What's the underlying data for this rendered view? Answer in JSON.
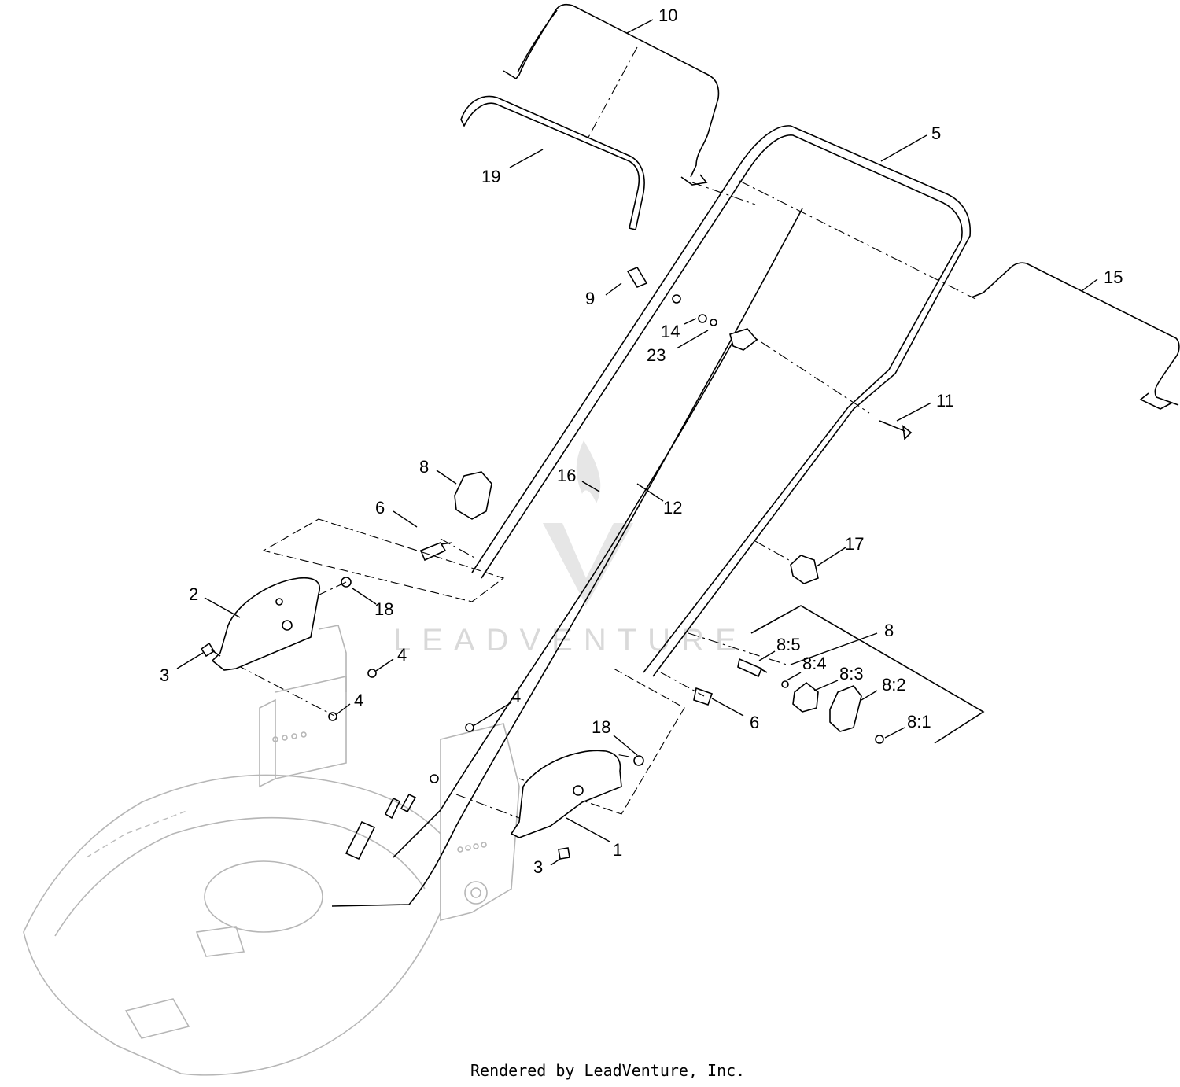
{
  "watermark": {
    "text": "LEADVENTURE"
  },
  "footer": {
    "text": "Rendered by LeadVenture, Inc."
  },
  "callouts": [
    {
      "id": "c10",
      "label": "10"
    },
    {
      "id": "c19",
      "label": "19"
    },
    {
      "id": "c5",
      "label": "5"
    },
    {
      "id": "c15",
      "label": "15"
    },
    {
      "id": "c9",
      "label": "9"
    },
    {
      "id": "c14",
      "label": "14"
    },
    {
      "id": "c23",
      "label": "23"
    },
    {
      "id": "c11",
      "label": "11"
    },
    {
      "id": "c8a",
      "label": "8"
    },
    {
      "id": "c16",
      "label": "16"
    },
    {
      "id": "c12",
      "label": "12"
    },
    {
      "id": "c6a",
      "label": "6"
    },
    {
      "id": "c17",
      "label": "17"
    },
    {
      "id": "c2",
      "label": "2"
    },
    {
      "id": "c18a",
      "label": "18"
    },
    {
      "id": "c8b",
      "label": "8"
    },
    {
      "id": "c85",
      "label": "8:5"
    },
    {
      "id": "c84",
      "label": "8:4"
    },
    {
      "id": "c83",
      "label": "8:3"
    },
    {
      "id": "c82",
      "label": "8:2"
    },
    {
      "id": "c81",
      "label": "8:1"
    },
    {
      "id": "c3a",
      "label": "3"
    },
    {
      "id": "c4a",
      "label": "4"
    },
    {
      "id": "c4b",
      "label": "4"
    },
    {
      "id": "c4c",
      "label": "4"
    },
    {
      "id": "c6b",
      "label": "6"
    },
    {
      "id": "c18b",
      "label": "18"
    },
    {
      "id": "c1",
      "label": "1"
    },
    {
      "id": "c3b",
      "label": "3"
    }
  ]
}
